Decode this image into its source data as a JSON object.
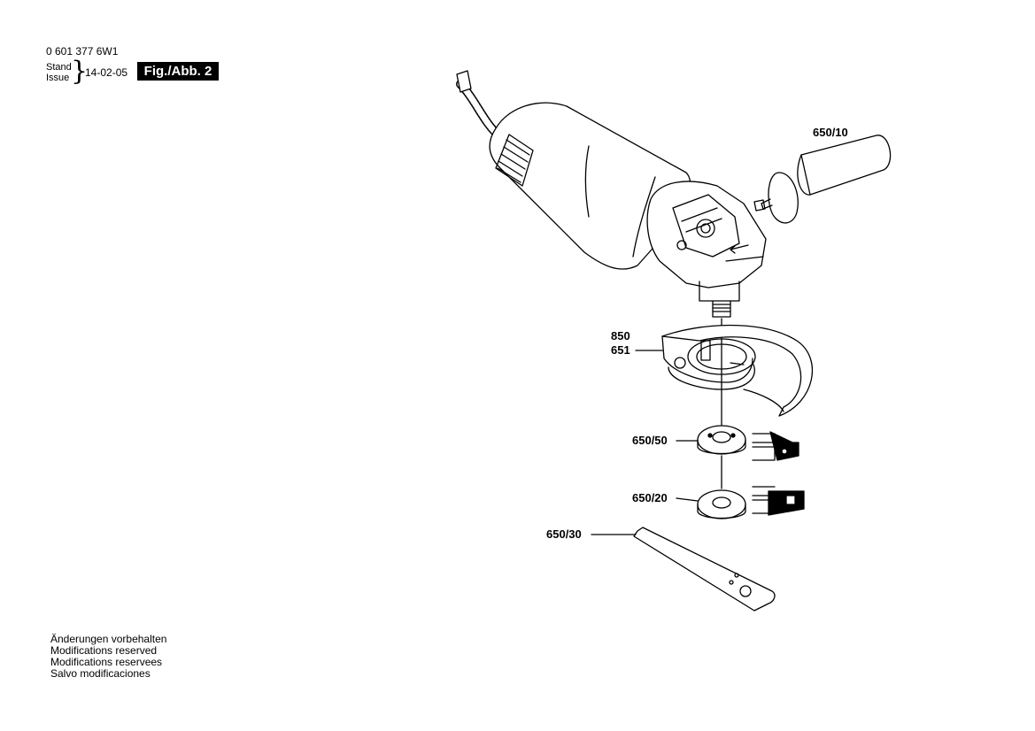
{
  "header": {
    "part_number": "0 601 377 6W1",
    "stand_label": "Stand",
    "issue_label": "Issue",
    "date": "14-02-05",
    "figure": "Fig./Abb. 2"
  },
  "part_labels": {
    "handle": "650/10",
    "guard_a": "850",
    "guard_b": "651",
    "clamp_nut": "650/50",
    "flange": "650/20",
    "spanner": "650/30"
  },
  "footer": {
    "lines": [
      "Änderungen vorbehalten",
      "Modifications reserved",
      "Modifications reservees",
      "Salvo modificaciones"
    ]
  }
}
